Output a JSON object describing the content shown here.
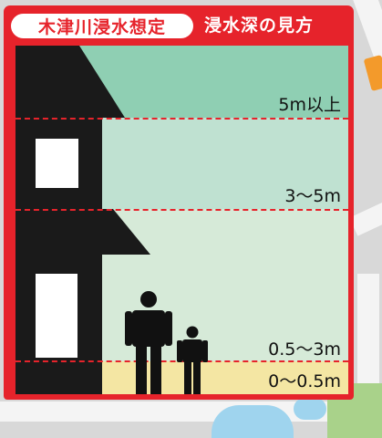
{
  "header": {
    "title": "木津川浸水想定",
    "subtitle": "浸水深の見方"
  },
  "levels": [
    {
      "id": "over5",
      "label": "5m以上",
      "color": "#8fcfb3"
    },
    {
      "id": "3to5",
      "label": "3～5m",
      "color": "#bfe1d1"
    },
    {
      "id": "05to3",
      "label": "0.5～3m",
      "color": "#d6ead8"
    },
    {
      "id": "0to05",
      "label": "0～0.5m",
      "color": "#f4e6a3"
    }
  ],
  "colors": {
    "frame": "#e6232b",
    "house": "#1a1a1a",
    "person": "#111111"
  },
  "icons": [
    "house-icon",
    "adult-person-icon",
    "child-person-icon"
  ]
}
